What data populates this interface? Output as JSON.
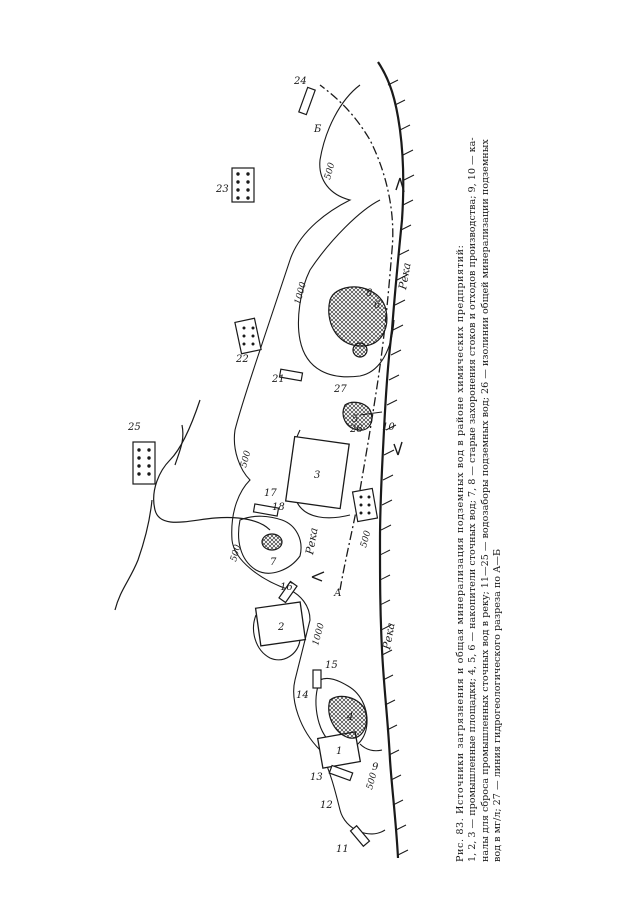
{
  "figure": {
    "caption_title": "Рис. 83. Источники загрязнения и общая минерализация подземных вод в районе химических предприятий:",
    "caption_line2": "1, 2, 3 — промышленные площадки; 4, 5, 6 — накопители сточных вод; 7, 8 — старые захоронения стоков и отходов производства; 9, 10 — ка-",
    "caption_line3": "налы для сброса промышленных сточных вод в реку; 11—25 — водозаборы подземных вод; 26 — изолинии общей минерализации подземных",
    "caption_line4": "вод в мг/л; 27 — линия гидрогеологического разреза по А—Б"
  },
  "map": {
    "river_labels": [
      "Река",
      "Река",
      "Река"
    ],
    "site_labels": [
      "1",
      "2",
      "3"
    ],
    "pond_labels": [
      "4",
      "5",
      "6"
    ],
    "burial_labels": [
      "7",
      "8"
    ],
    "canal_labels": [
      "9",
      "10"
    ],
    "well_labels": [
      "11",
      "12",
      "13",
      "14",
      "15",
      "16",
      "17",
      "18",
      "21",
      "22",
      "23",
      "24",
      "25"
    ],
    "other_labels": [
      "26",
      "27"
    ],
    "section_labels": [
      "А",
      "Б"
    ],
    "isoline_value": "500",
    "isoline_value_high": "1000"
  }
}
